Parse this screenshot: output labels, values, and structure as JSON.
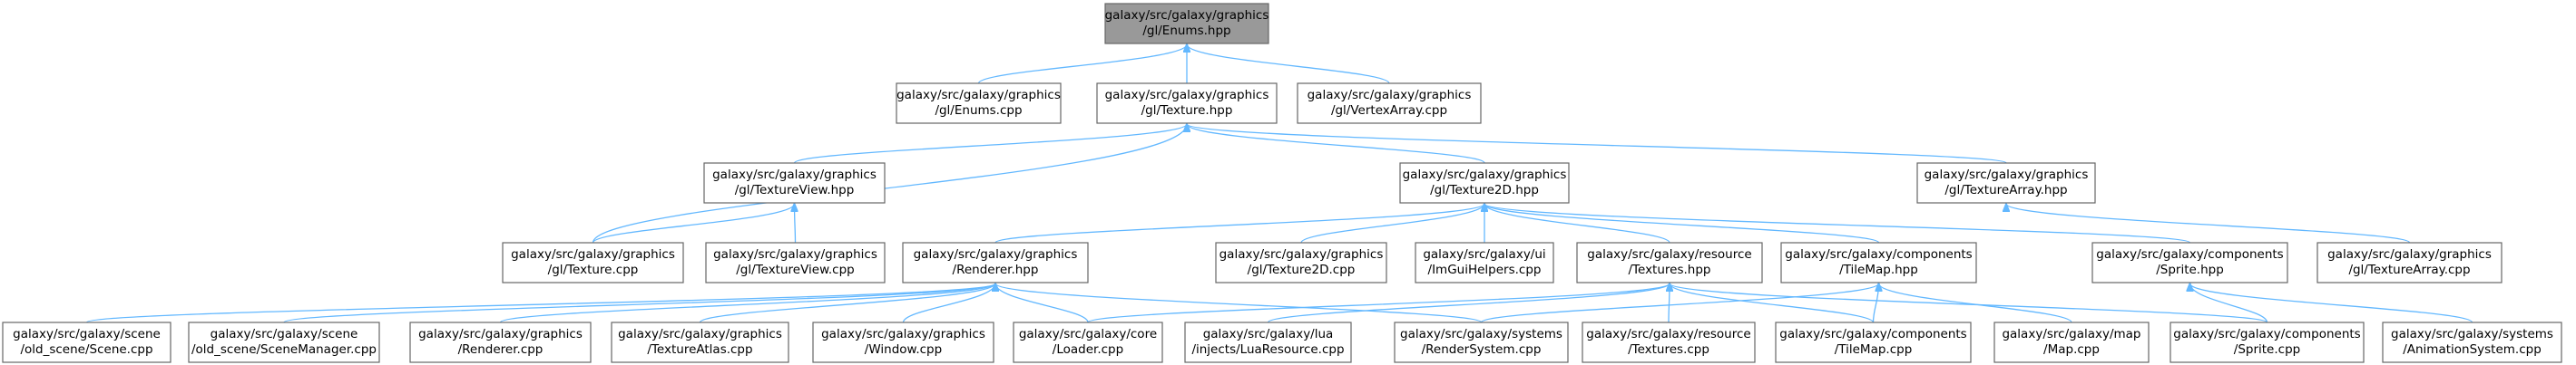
{
  "graph": {
    "nodes": [
      {
        "id": "enums_hpp",
        "lines": [
          "galaxy/src/galaxy/graphics",
          "/gl/Enums.hpp"
        ],
        "root": true
      },
      {
        "id": "enums_cpp",
        "lines": [
          "galaxy/src/galaxy/graphics",
          "/gl/Enums.cpp"
        ]
      },
      {
        "id": "texture_hpp",
        "lines": [
          "galaxy/src/galaxy/graphics",
          "/gl/Texture.hpp"
        ]
      },
      {
        "id": "vertexarray_cpp",
        "lines": [
          "galaxy/src/galaxy/graphics",
          "/gl/VertexArray.cpp"
        ]
      },
      {
        "id": "textureview_hpp",
        "lines": [
          "galaxy/src/galaxy/graphics",
          "/gl/TextureView.hpp"
        ]
      },
      {
        "id": "texture2d_hpp",
        "lines": [
          "galaxy/src/galaxy/graphics",
          "/gl/Texture2D.hpp"
        ]
      },
      {
        "id": "texturearray_hpp",
        "lines": [
          "galaxy/src/galaxy/graphics",
          "/gl/TextureArray.hpp"
        ]
      },
      {
        "id": "texture_cpp",
        "lines": [
          "galaxy/src/galaxy/graphics",
          "/gl/Texture.cpp"
        ]
      },
      {
        "id": "textureview_cpp",
        "lines": [
          "galaxy/src/galaxy/graphics",
          "/gl/TextureView.cpp"
        ]
      },
      {
        "id": "renderer_hpp",
        "lines": [
          "galaxy/src/galaxy/graphics",
          "/Renderer.hpp"
        ]
      },
      {
        "id": "texture2d_cpp",
        "lines": [
          "galaxy/src/galaxy/graphics",
          "/gl/Texture2D.cpp"
        ]
      },
      {
        "id": "imguihelpers_cpp",
        "lines": [
          "galaxy/src/galaxy/ui",
          "/ImGuiHelpers.cpp"
        ]
      },
      {
        "id": "textures_hpp",
        "lines": [
          "galaxy/src/galaxy/resource",
          "/Textures.hpp"
        ]
      },
      {
        "id": "tilemap_hpp",
        "lines": [
          "galaxy/src/galaxy/components",
          "/TileMap.hpp"
        ]
      },
      {
        "id": "sprite_hpp",
        "lines": [
          "galaxy/src/galaxy/components",
          "/Sprite.hpp"
        ]
      },
      {
        "id": "texturearray_cpp",
        "lines": [
          "galaxy/src/galaxy/graphics",
          "/gl/TextureArray.cpp"
        ]
      },
      {
        "id": "scene_cpp",
        "lines": [
          "galaxy/src/galaxy/scene",
          "/old_scene/Scene.cpp"
        ]
      },
      {
        "id": "scenemanager_cpp",
        "lines": [
          "galaxy/src/galaxy/scene",
          "/old_scene/SceneManager.cpp"
        ]
      },
      {
        "id": "renderer_cpp",
        "lines": [
          "galaxy/src/galaxy/graphics",
          "/Renderer.cpp"
        ]
      },
      {
        "id": "textureatlas_cpp",
        "lines": [
          "galaxy/src/galaxy/graphics",
          "/TextureAtlas.cpp"
        ]
      },
      {
        "id": "window_cpp",
        "lines": [
          "galaxy/src/galaxy/graphics",
          "/Window.cpp"
        ]
      },
      {
        "id": "loader_cpp",
        "lines": [
          "galaxy/src/galaxy/core",
          "/Loader.cpp"
        ]
      },
      {
        "id": "luaresource_cpp",
        "lines": [
          "galaxy/src/galaxy/lua",
          "/injects/LuaResource.cpp"
        ]
      },
      {
        "id": "rendersystem_cpp",
        "lines": [
          "galaxy/src/galaxy/systems",
          "/RenderSystem.cpp"
        ]
      },
      {
        "id": "textures_cpp",
        "lines": [
          "galaxy/src/galaxy/resource",
          "/Textures.cpp"
        ]
      },
      {
        "id": "tilemap_cpp",
        "lines": [
          "galaxy/src/galaxy/components",
          "/TileMap.cpp"
        ]
      },
      {
        "id": "map_cpp",
        "lines": [
          "galaxy/src/galaxy/map",
          "/Map.cpp"
        ]
      },
      {
        "id": "sprite_cpp",
        "lines": [
          "galaxy/src/galaxy/components",
          "/Sprite.cpp"
        ]
      },
      {
        "id": "animationsystem_cpp",
        "lines": [
          "galaxy/src/galaxy/systems",
          "/AnimationSystem.cpp"
        ]
      }
    ],
    "edges": [
      [
        "enums_cpp",
        "enums_hpp"
      ],
      [
        "texture_hpp",
        "enums_hpp"
      ],
      [
        "vertexarray_cpp",
        "enums_hpp"
      ],
      [
        "texture_cpp",
        "texture_hpp"
      ],
      [
        "textureview_hpp",
        "texture_hpp"
      ],
      [
        "texture2d_hpp",
        "texture_hpp"
      ],
      [
        "texturearray_hpp",
        "texture_hpp"
      ],
      [
        "texture_cpp",
        "textureview_hpp"
      ],
      [
        "textureview_cpp",
        "textureview_hpp"
      ],
      [
        "renderer_hpp",
        "texture2d_hpp"
      ],
      [
        "texture2d_cpp",
        "texture2d_hpp"
      ],
      [
        "imguihelpers_cpp",
        "texture2d_hpp"
      ],
      [
        "textures_hpp",
        "texture2d_hpp"
      ],
      [
        "tilemap_hpp",
        "texture2d_hpp"
      ],
      [
        "sprite_hpp",
        "texture2d_hpp"
      ],
      [
        "texturearray_cpp",
        "texturearray_hpp"
      ],
      [
        "scene_cpp",
        "renderer_hpp"
      ],
      [
        "scenemanager_cpp",
        "renderer_hpp"
      ],
      [
        "renderer_cpp",
        "renderer_hpp"
      ],
      [
        "textureatlas_cpp",
        "renderer_hpp"
      ],
      [
        "window_cpp",
        "renderer_hpp"
      ],
      [
        "loader_cpp",
        "renderer_hpp"
      ],
      [
        "rendersystem_cpp",
        "renderer_hpp"
      ],
      [
        "loader_cpp",
        "textures_hpp"
      ],
      [
        "luaresource_cpp",
        "textures_hpp"
      ],
      [
        "textures_cpp",
        "textures_hpp"
      ],
      [
        "tilemap_cpp",
        "textures_hpp"
      ],
      [
        "sprite_cpp",
        "textures_hpp"
      ],
      [
        "rendersystem_cpp",
        "tilemap_hpp"
      ],
      [
        "tilemap_cpp",
        "tilemap_hpp"
      ],
      [
        "map_cpp",
        "tilemap_hpp"
      ],
      [
        "sprite_cpp",
        "sprite_hpp"
      ],
      [
        "animationsystem_cpp",
        "sprite_hpp"
      ]
    ]
  },
  "colors": {
    "edge": "#63b8ff",
    "node_border": "#666666",
    "root_fill": "#999999",
    "node_fill": "#ffffff"
  }
}
